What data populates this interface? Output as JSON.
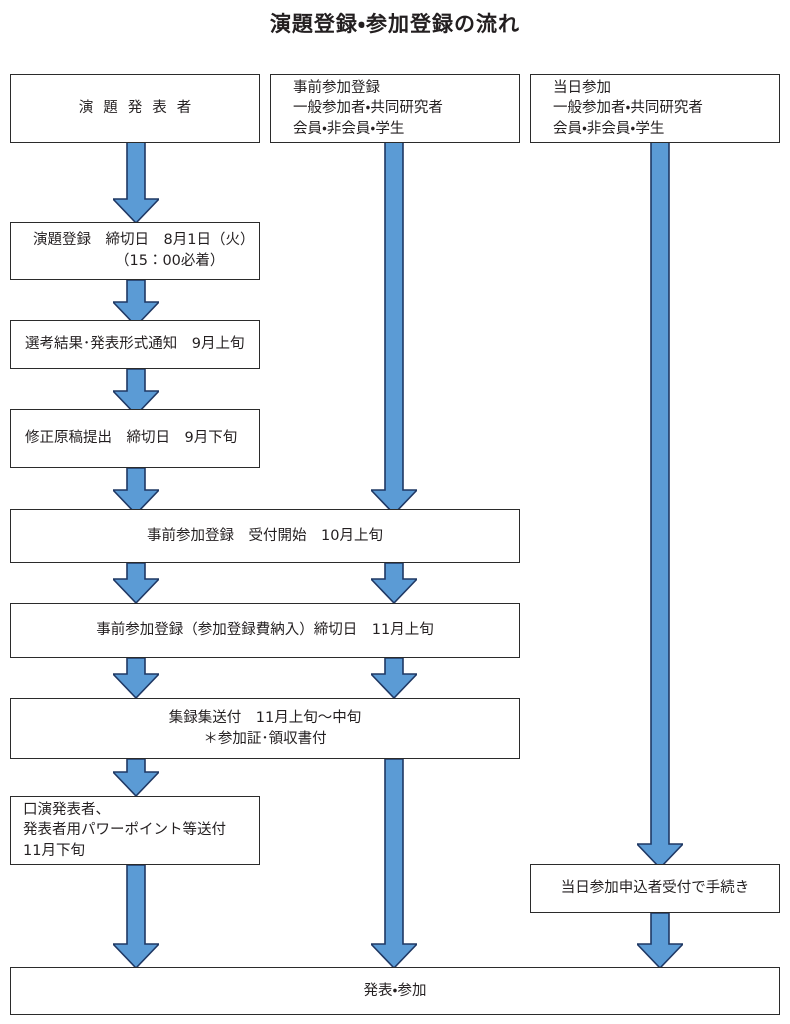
{
  "title": "演題登録・参加登録の流れ",
  "colors": {
    "arrow_fill": "#5B9BD5",
    "arrow_stroke": "#1F3864",
    "box_border": "#2b2b2b",
    "text": "#231f20",
    "background": "#ffffff"
  },
  "chart_data": {
    "type": "diagram",
    "title": "演題登録・参加登録の流れ",
    "columns": [
      {
        "id": "presenter",
        "header": "演題発表者"
      },
      {
        "id": "advance",
        "header": "事前参加登録"
      },
      {
        "id": "sameday",
        "header": "当日参加"
      }
    ],
    "nodes": [
      {
        "id": "n1",
        "column": "presenter",
        "lines": [
          "演題発表者"
        ]
      },
      {
        "id": "n2",
        "column": "advance",
        "lines": [
          "事前参加登録",
          "一般参加者・共同研究者",
          "会員・非会員・学生"
        ]
      },
      {
        "id": "n3",
        "column": "sameday",
        "lines": [
          "当日参加",
          "一般参加者・共同研究者",
          "会員・非会員・学生"
        ]
      },
      {
        "id": "n4",
        "column": "presenter",
        "lines": [
          "演題登録　締切日　8月1日（火）",
          "（15：00必着）"
        ]
      },
      {
        "id": "n5",
        "column": "presenter",
        "lines": [
          "選考結果･発表形式通知　9月上旬"
        ]
      },
      {
        "id": "n6",
        "column": "presenter",
        "lines": [
          "修正原稿提出　締切日　9月下旬"
        ]
      },
      {
        "id": "n7",
        "column": "span12",
        "lines": [
          "事前参加登録　受付開始　10月上旬"
        ]
      },
      {
        "id": "n8",
        "column": "span12",
        "lines": [
          "事前参加登録（参加登録費納入）締切日　11月上旬"
        ]
      },
      {
        "id": "n9",
        "column": "span12",
        "lines": [
          "集録集送付　11月上旬〜中旬",
          "＊参加証･領収書付"
        ]
      },
      {
        "id": "n10",
        "column": "presenter",
        "lines": [
          "口演発表者、",
          "発表者用パワーポイント等送付",
          "11月下旬"
        ]
      },
      {
        "id": "n11",
        "column": "sameday",
        "lines": [
          "当日参加申込者受付で手続き"
        ]
      },
      {
        "id": "n12",
        "column": "all",
        "lines": [
          "発表・参加"
        ]
      }
    ],
    "edges": [
      {
        "from": "n1",
        "to": "n4"
      },
      {
        "from": "n4",
        "to": "n5"
      },
      {
        "from": "n5",
        "to": "n6"
      },
      {
        "from": "n6",
        "to": "n7"
      },
      {
        "from": "n2",
        "to": "n7"
      },
      {
        "from": "n7",
        "to": "n8"
      },
      {
        "from": "n7",
        "to": "n8",
        "lane": "advance"
      },
      {
        "from": "n8",
        "to": "n9"
      },
      {
        "from": "n8",
        "to": "n9",
        "lane": "advance"
      },
      {
        "from": "n9",
        "to": "n10"
      },
      {
        "from": "n9",
        "to": "n12",
        "lane": "advance"
      },
      {
        "from": "n10",
        "to": "n12"
      },
      {
        "from": "n3",
        "to": "n11"
      },
      {
        "from": "n11",
        "to": "n12"
      }
    ]
  },
  "nodes": {
    "presenter": {
      "line1": "演題発表者"
    },
    "advance_registration": {
      "line1": "事前参加登録",
      "line2": "一般参加者・共同研究者",
      "line3": "会員・非会員・学生"
    },
    "sameday_registration": {
      "line1": "当日参加",
      "line2": "一般参加者・共同研究者",
      "line3": "会員・非会員・学生"
    },
    "abstract_deadline": {
      "line1": "演題登録　締切日　8月1日（火）",
      "line2": "（15：00必着）"
    },
    "selection_result": {
      "line1": "選考結果･発表形式通知　9月上旬"
    },
    "revised_manuscript": {
      "line1": "修正原稿提出　締切日　9月下旬"
    },
    "advance_open": {
      "line1": "事前参加登録　受付開始　10月上旬"
    },
    "advance_deadline": {
      "line1": "事前参加登録（参加登録費納入）締切日　11月上旬"
    },
    "proceedings_shipping": {
      "line1": "集録集送付　11月上旬〜中旬",
      "line2": "＊参加証･領収書付"
    },
    "oral_presenter": {
      "line1": "口演発表者、",
      "line2": "発表者用パワーポイント等送付",
      "line3": "11月下旬"
    },
    "sameday_desk": {
      "line1": "当日参加申込者受付で手続き"
    },
    "final": {
      "line1": "発表・参加"
    }
  }
}
